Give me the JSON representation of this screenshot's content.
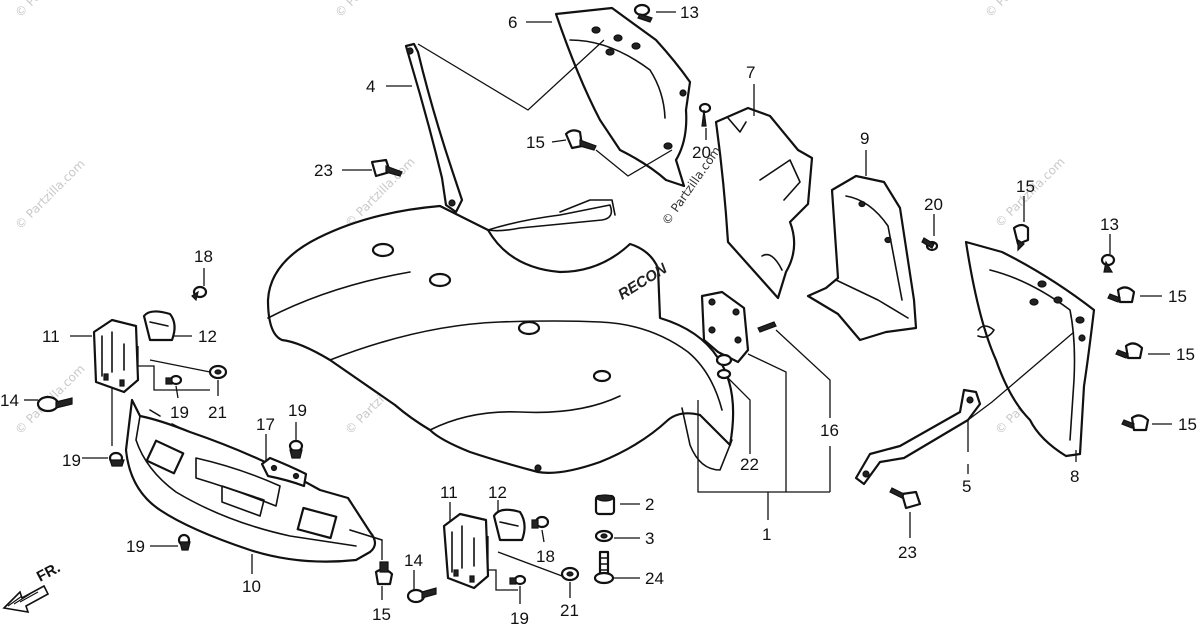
{
  "watermark": "© Partzilla.com",
  "center_watermark": "© Partzilla.com",
  "brand_text": "RECON",
  "front_label": "FR.",
  "callouts": {
    "c1": "1",
    "c2": "2",
    "c3": "3",
    "c4": "4",
    "c5": "5",
    "c6": "6",
    "c7": "7",
    "c8": "8",
    "c9": "9",
    "c10": "10",
    "c11a": "11",
    "c11b": "11",
    "c12a": "12",
    "c12b": "12",
    "c13a": "13",
    "c13b": "13",
    "c14a": "14",
    "c14b": "14",
    "c15a": "15",
    "c15b": "15",
    "c15c": "15",
    "c15d": "15",
    "c15e": "15",
    "c15f": "15",
    "c16": "16",
    "c17": "17",
    "c18a": "18",
    "c18b": "18",
    "c19a": "19",
    "c19b": "19",
    "c19c": "19",
    "c19d": "19",
    "c19e": "19",
    "c20a": "20",
    "c20b": "20",
    "c21a": "21",
    "c21b": "21",
    "c22": "22",
    "c23a": "23",
    "c23b": "23",
    "c24": "24"
  }
}
